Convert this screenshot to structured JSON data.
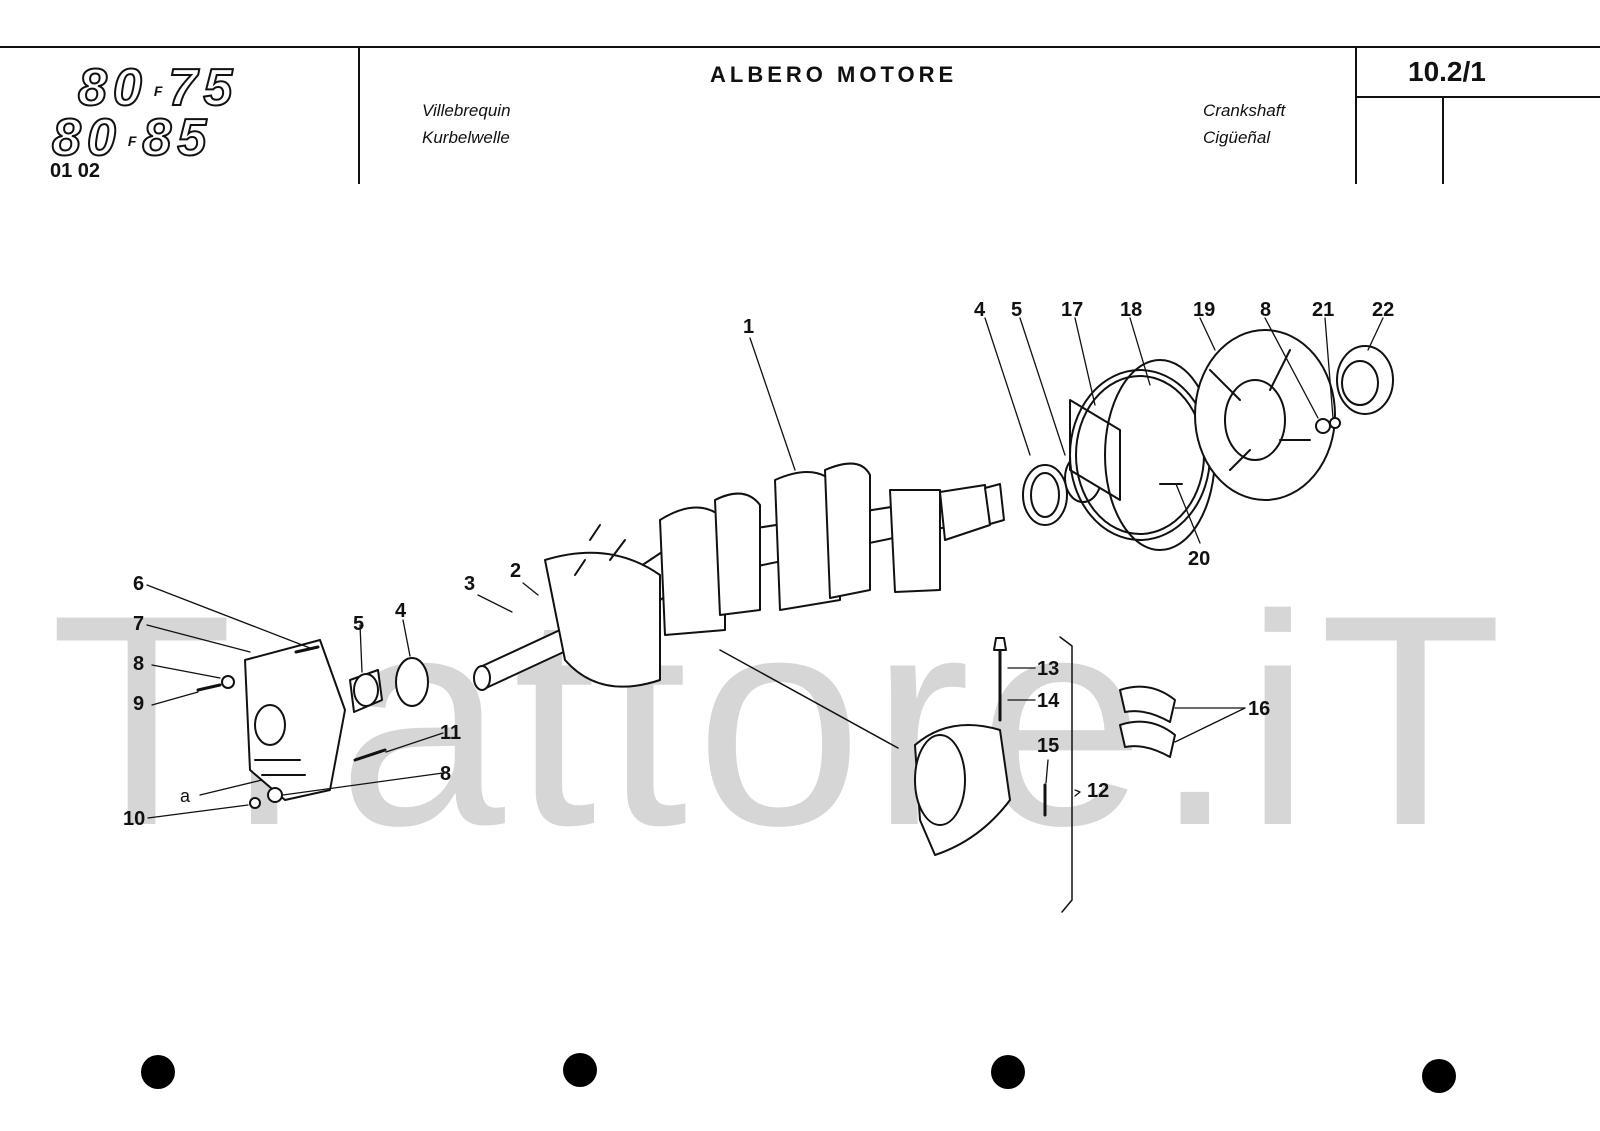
{
  "header": {
    "model_line1_a": "80",
    "model_line1_b": "75",
    "model_line2_a": "80",
    "model_line2_b": "85",
    "model_separator": "F",
    "doc_code": "01 02",
    "title": "ALBERO MOTORE",
    "subtitle_fr": "Villebrequin",
    "subtitle_de": "Kurbelwelle",
    "subtitle_en": "Crankshaft",
    "subtitle_es": "Cigüeñal",
    "page_number": "10.2/1"
  },
  "watermark": "Trattore.iT",
  "diagram": {
    "callouts": [
      "1",
      "2",
      "3",
      "4",
      "5",
      "6",
      "7",
      "8",
      "9",
      "10",
      "11",
      "12",
      "13",
      "14",
      "15",
      "16",
      "17",
      "18",
      "19",
      "20",
      "21",
      "22",
      "a"
    ],
    "labels": {
      "c1": "1",
      "c2": "2",
      "c3": "3",
      "c4a": "4",
      "c4b": "4",
      "c5a": "5",
      "c5b": "5",
      "c6": "6",
      "c7": "7",
      "c8a": "8",
      "c8b": "8",
      "c8c": "8",
      "c9": "9",
      "c10": "10",
      "c11": "11",
      "c12": "12",
      "c13": "13",
      "c14": "14",
      "c15": "15",
      "c16": "16",
      "c17": "17",
      "c18": "18",
      "c19": "19",
      "c20": "20",
      "c21": "21",
      "c22": "22",
      "ca": "a"
    }
  },
  "binder_holes": 4
}
